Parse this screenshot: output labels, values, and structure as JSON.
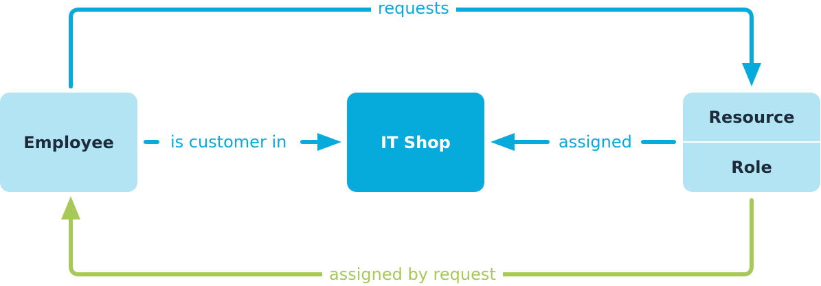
{
  "nodes": {
    "employee": "Employee",
    "it_shop": "IT Shop",
    "resource": "Resource",
    "role": "Role"
  },
  "edges": {
    "requests": "requests",
    "is_customer_in": "is customer in",
    "assigned": "assigned",
    "assigned_by_request": "assigned by request"
  },
  "colors": {
    "primary_blue": "#06aadb",
    "light_blue": "#b3e4f4",
    "green": "#a7c957",
    "dark_text": "#1d2b3a"
  }
}
